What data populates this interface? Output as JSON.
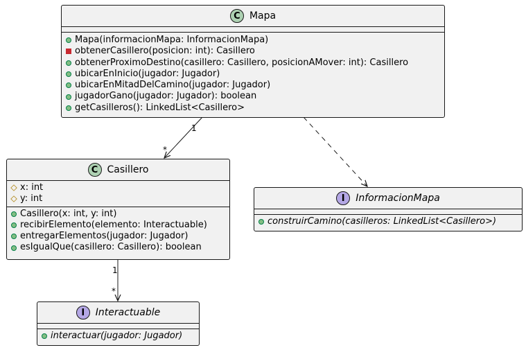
{
  "classes": {
    "mapa": {
      "badge": "C",
      "name": "Mapa",
      "attributes": [],
      "methods": [
        {
          "vis": "public",
          "text": "Mapa(informacionMapa: InformacionMapa)"
        },
        {
          "vis": "private",
          "text": "obtenerCasillero(posicion: int): Casillero"
        },
        {
          "vis": "public",
          "text": "obtenerProximoDestino(casillero: Casillero, posicionAMover: int): Casillero"
        },
        {
          "vis": "public",
          "text": "ubicarEnInicio(jugador: Jugador)"
        },
        {
          "vis": "public",
          "text": "ubicarEnMitadDelCamino(jugador: Jugador)"
        },
        {
          "vis": "public",
          "text": "jugadorGano(jugador: Jugador): boolean"
        },
        {
          "vis": "public",
          "text": "getCasilleros(): LinkedList<Casillero>"
        }
      ]
    },
    "casillero": {
      "badge": "C",
      "name": "Casillero",
      "attributes": [
        {
          "vis": "protected",
          "text": "x: int"
        },
        {
          "vis": "protected",
          "text": "y: int"
        }
      ],
      "methods": [
        {
          "vis": "public",
          "text": "Casillero(x: int, y: int)"
        },
        {
          "vis": "public",
          "text": "recibirElemento(elemento: Interactuable)"
        },
        {
          "vis": "public",
          "text": "entregarElementos(jugador: Jugador)"
        },
        {
          "vis": "public",
          "text": "esIgualQue(casillero: Casillero): boolean"
        }
      ]
    },
    "informacionMapa": {
      "badge": "I",
      "name": "InformacionMapa",
      "attributes": [],
      "methods": [
        {
          "vis": "public",
          "text": "construirCamino(casilleros: LinkedList<Casillero>)"
        }
      ]
    },
    "interactuable": {
      "badge": "I",
      "name": "Interactuable",
      "attributes": [],
      "methods": [
        {
          "vis": "public",
          "text": "interactuar(jugador: Jugador)"
        }
      ]
    }
  },
  "relations": [
    {
      "from": "Mapa",
      "to": "Casillero",
      "kind": "association",
      "from_mult": "1",
      "to_mult": "*"
    },
    {
      "from": "Mapa",
      "to": "InformacionMapa",
      "kind": "dependency"
    },
    {
      "from": "Casillero",
      "to": "Interactuable",
      "kind": "association",
      "from_mult": "1",
      "to_mult": "*"
    }
  ],
  "colors": {
    "class_fill": "#f1f1f1",
    "border": "#181818",
    "class_badge": "#add1b2",
    "interface_badge": "#b4a7e5",
    "public": "#84be84",
    "private": "#c82930",
    "protected": "#b38d22"
  }
}
